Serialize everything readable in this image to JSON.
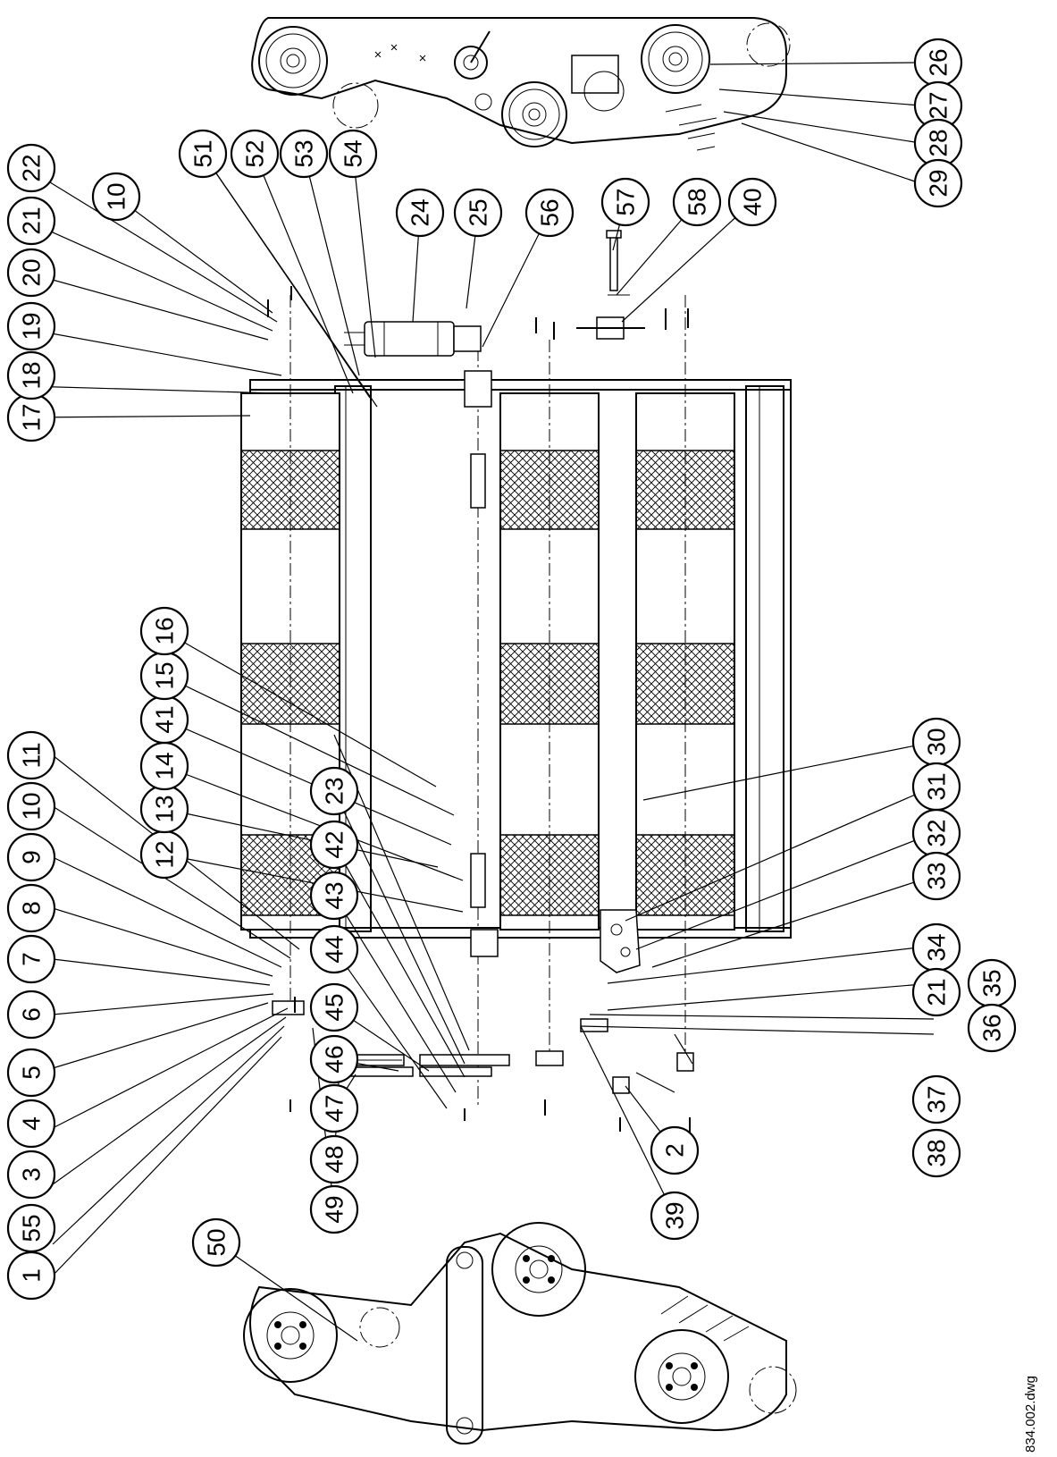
{
  "file_name": "834.002.dwg",
  "callouts": [
    "1",
    "2",
    "3",
    "4",
    "5",
    "6",
    "7",
    "8",
    "9",
    "10",
    "11",
    "12",
    "13",
    "14",
    "15",
    "16",
    "17",
    "18",
    "19",
    "20",
    "21",
    "22",
    "23",
    "24",
    "25",
    "26",
    "27",
    "28",
    "29",
    "30",
    "31",
    "32",
    "33",
    "34",
    "35",
    "36",
    "37",
    "38",
    "39",
    "40",
    "41",
    "42",
    "43",
    "44",
    "45",
    "46",
    "47",
    "48",
    "49",
    "50",
    "51",
    "52",
    "53",
    "54",
    "55",
    "56",
    "57",
    "58"
  ],
  "labels": {
    "c1": "1",
    "c55": "55",
    "c3": "3",
    "c4": "4",
    "c5": "5",
    "c6": "6",
    "c7": "7",
    "c8": "8",
    "c9": "9",
    "c10b": "10",
    "c11": "11",
    "c49": "49",
    "c48": "48",
    "c47": "47",
    "c46": "46",
    "c45": "45",
    "c44": "44",
    "c43": "43",
    "c42": "42",
    "c23": "23",
    "c39": "39",
    "c2": "2",
    "c38": "38",
    "c37": "37",
    "c50": "50",
    "c12": "12",
    "c13": "13",
    "c14": "14",
    "c41": "41",
    "c15": "15",
    "c16": "16",
    "c19": "19",
    "c20": "20",
    "c21a": "21",
    "c22": "22",
    "c10a": "10",
    "c17": "17",
    "c18": "18",
    "c51": "51",
    "c52": "52",
    "c53": "53",
    "c54": "54",
    "c24": "24",
    "c25": "25",
    "c56": "56",
    "c57": "57",
    "c58": "58",
    "c40": "40",
    "c26": "26",
    "c27": "27",
    "c28": "28",
    "c29": "29",
    "c30": "30",
    "c31": "31",
    "c32": "32",
    "c33": "33",
    "c34": "34",
    "c35": "35",
    "c21b": "21",
    "c36": "36"
  }
}
